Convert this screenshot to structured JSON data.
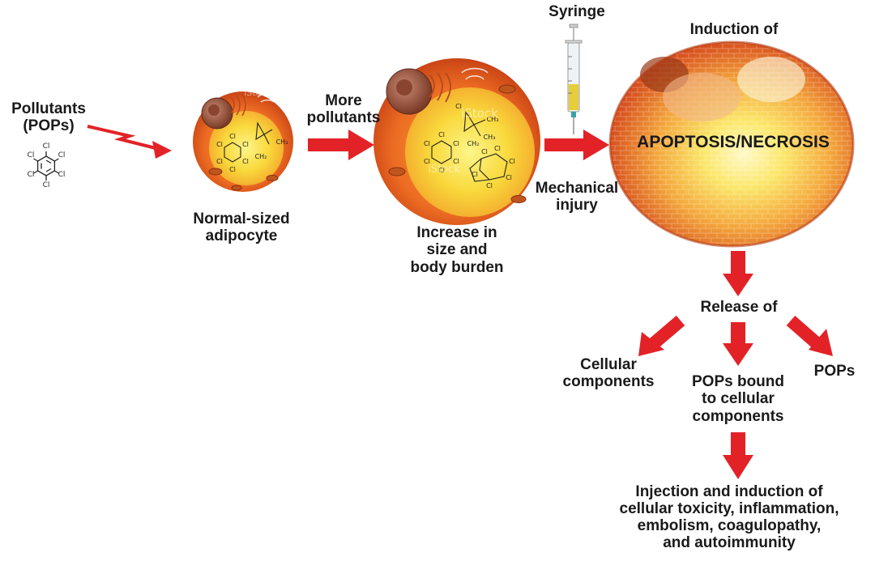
{
  "labels": {
    "pollutants": [
      "Pollutants",
      "(POPs)"
    ],
    "normal_cell": [
      "Normal-sized",
      "adipocyte"
    ],
    "more_pollutants": [
      "More",
      "pollutants"
    ],
    "increase": [
      "Increase in",
      "size and",
      "body burden"
    ],
    "syringe": "Syringe",
    "mechanical": [
      "Mechanical",
      "injury"
    ],
    "induction_of": "Induction of",
    "apoptosis": "APOPTOSIS/NECROSIS",
    "release_of": "Release of",
    "cellular_components": [
      "Cellular",
      "components"
    ],
    "pops_bound": [
      "POPs bound",
      "to cellular",
      "components"
    ],
    "pops": "POPs",
    "injection": [
      "Injection and induction of",
      "cellular toxicity, inflammation,",
      "embolism, coagulopathy,",
      "and autoimmunity"
    ],
    "watermark": "iStock"
  },
  "chem": {
    "chlorine": "Cl",
    "methyl": "CH₃",
    "methylene": "CH₂"
  },
  "colors": {
    "arrow_red": "#e32227",
    "cell_outer": "#e8632a",
    "cell_inner": "#fbe34a",
    "text": "#1a1a1a"
  }
}
